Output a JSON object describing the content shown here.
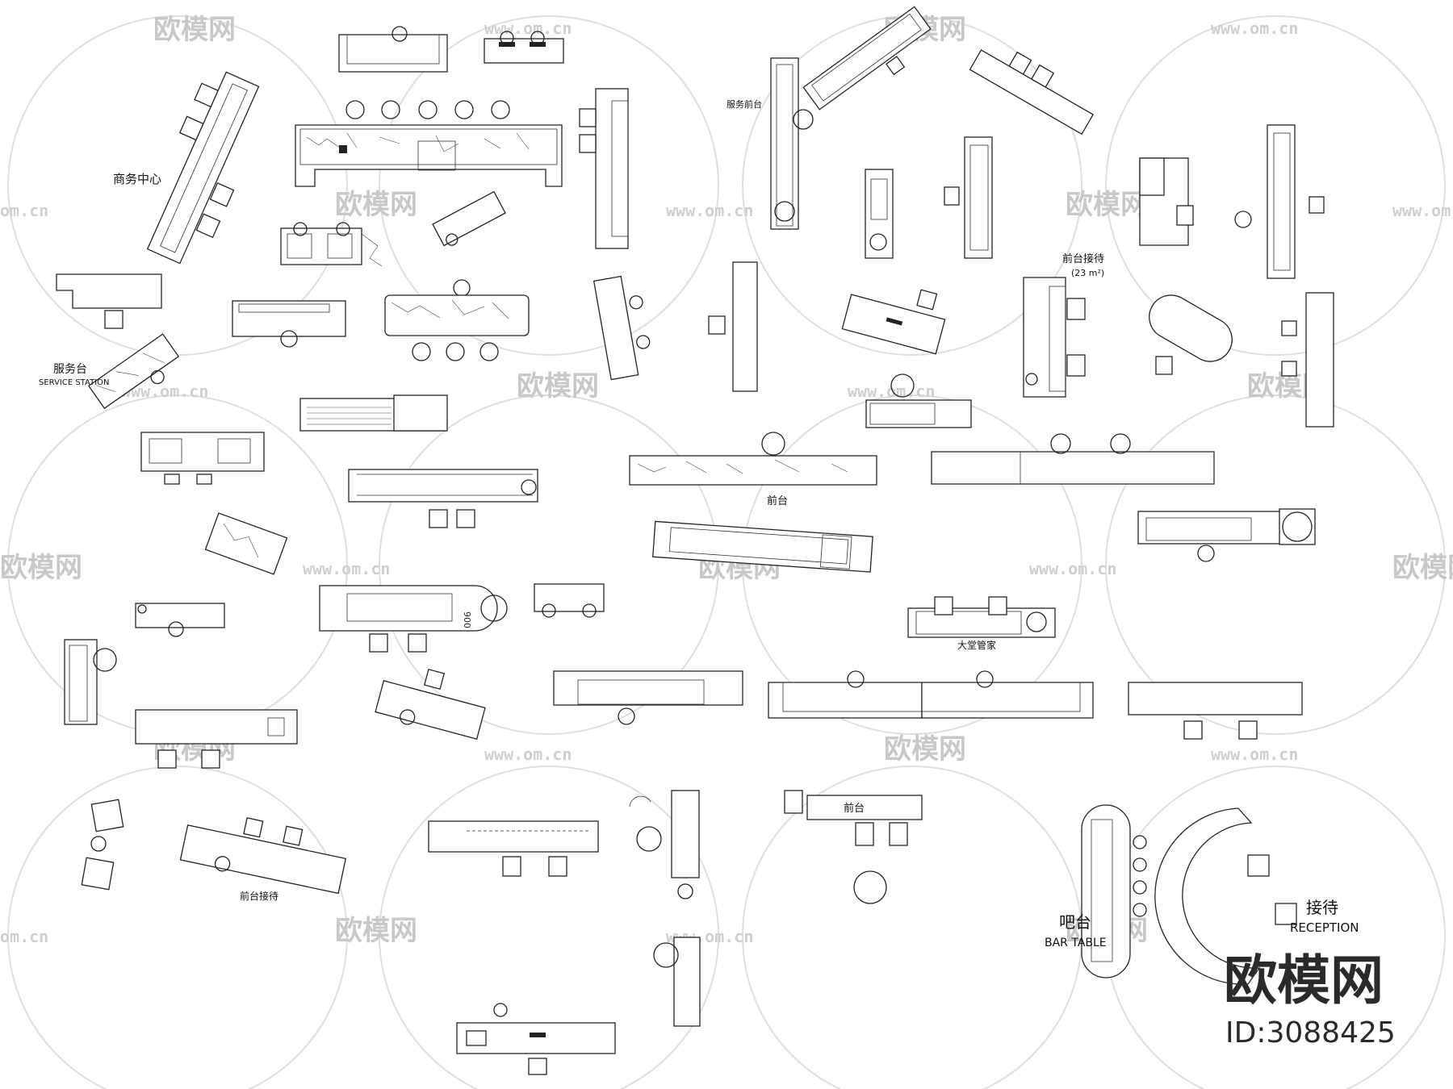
{
  "drawing": {
    "labels": {
      "business_center": "商务中心",
      "service_station_cn": "服务台",
      "service_station_en": "SERVICE STATION",
      "service_front_desk": "服务前台",
      "front_desk_reception": "前台接待",
      "area_23": "(23 m²)",
      "front_desk_1": "前台",
      "dim_900": "900",
      "lobby_manager": "大堂管家",
      "front_desk_reception_2": "前台接待",
      "front_desk_2": "前台",
      "bar_cn": "吧台",
      "bar_en": "BAR TABLE",
      "reception_cn": "接待",
      "reception_en": "RECEPTION"
    },
    "watermark": {
      "brand": "欧模网",
      "url": "www.om.cn",
      "url_short": "om.cn"
    },
    "corner": {
      "logo": "欧模网",
      "id": "ID:3088425"
    }
  }
}
